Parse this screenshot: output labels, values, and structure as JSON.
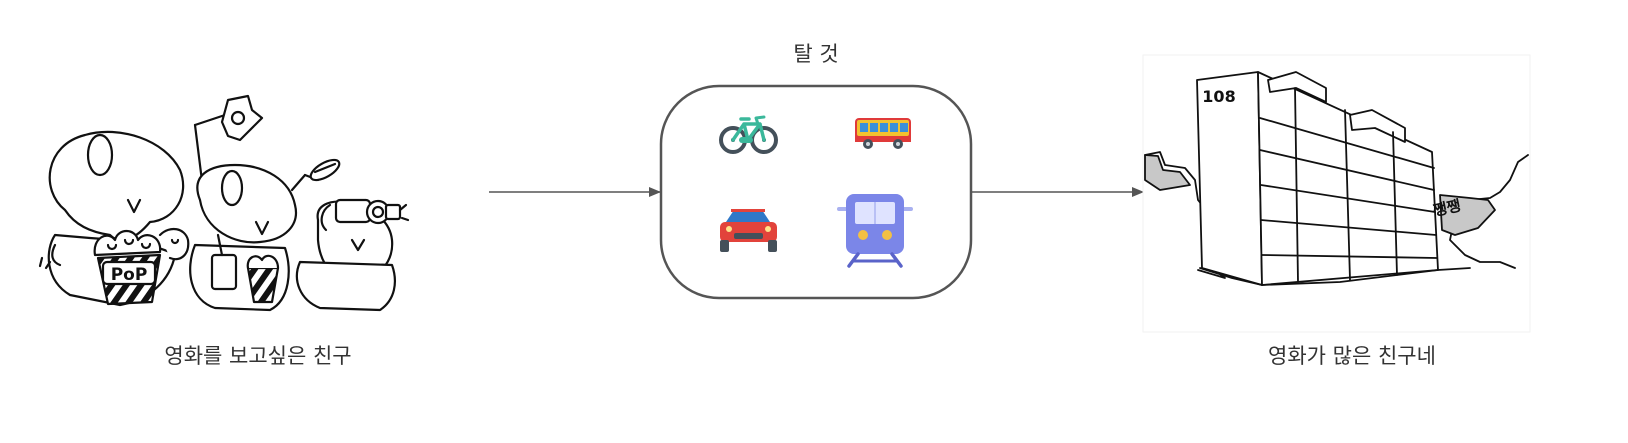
{
  "diagram": {
    "left_node_label": "영화를 보고싶은 친구",
    "center_group_label": "탈 것",
    "right_node_label": "영화가 많은 친구네",
    "building_number": "108",
    "sound_effect": "쨍쨍",
    "popcorn_text": "PoP",
    "vehicles": [
      "bicycle-icon",
      "bus-icon",
      "car-icon",
      "train-icon"
    ],
    "colors": {
      "line": "#555555",
      "bike_frame": "#3bb89b",
      "bike_wheel": "#44505a",
      "bus_body": "#f2c230",
      "bus_top": "#e03a3a",
      "bus_window": "#3b8fd8",
      "car_body": "#e2433b",
      "car_window": "#2f78c8",
      "train_body": "#7b86e8",
      "train_window": "#dfe3ff",
      "train_light": "#f3c043"
    }
  }
}
